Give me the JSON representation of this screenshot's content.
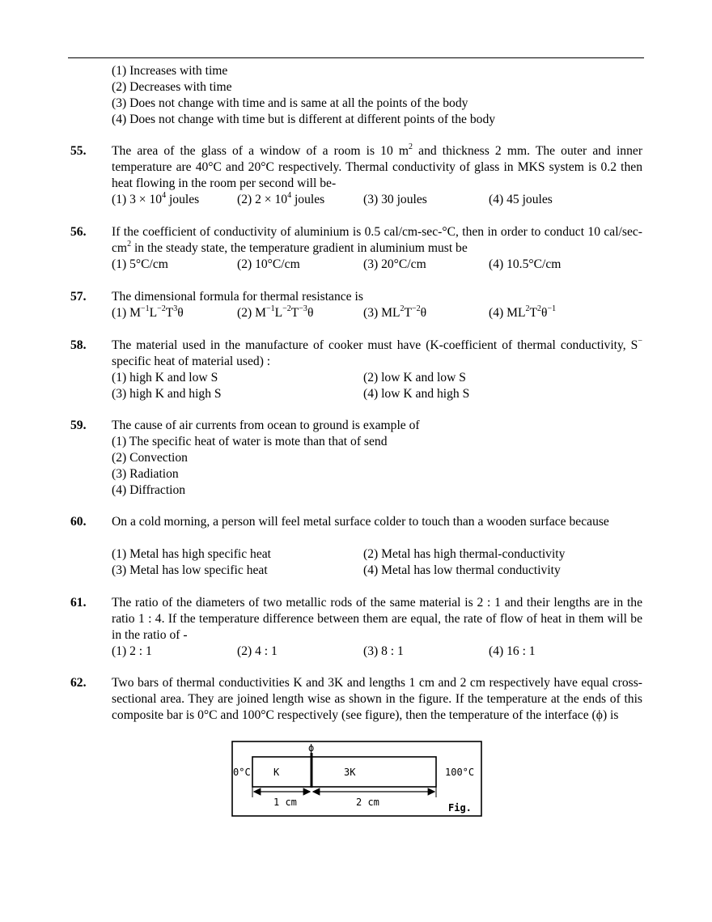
{
  "top_options": [
    "(1) Increases with time",
    "(2) Decreases with time",
    "(3) Does not change with time and is same at all the points of the body",
    "(4) Does not change with time but is different at different points of the body"
  ],
  "q55": {
    "number": "55.",
    "text_a": "The area of the glass of a window of a room is 10 m",
    "sup_a": "2",
    "text_b": " and thickness 2 mm. The outer and inner temperature are 40°C and 20°C respectively. Thermal conductivity of glass in MKS system is 0.2 then heat flowing in the room per second will be-",
    "opt1_a": "(1) 3 × 10",
    "opt1_sup": "4",
    "opt1_b": " joules",
    "opt2_a": "(2) 2 × 10",
    "opt2_sup": "4",
    "opt2_b": " joules",
    "opt3": "(3) 30 joules",
    "opt4": "(4) 45 joules"
  },
  "q56": {
    "number": "56.",
    "text_a": "If the coefficient of conductivity of aluminium is 0.5 cal/cm-sec-°C, then in order to conduct 10 cal/sec-cm",
    "sup_a": "2",
    "text_b": " in the steady state, the temperature gradient in aluminium must be",
    "opt1": "(1) 5°C/cm",
    "opt2": "(2) 10°C/cm",
    "opt3": "(3) 20°C/cm",
    "opt4": "(4) 10.5°C/cm"
  },
  "q57": {
    "number": "57.",
    "text": "The dimensional formula for thermal resistance is",
    "opt1": [
      "(1) M",
      "−1",
      "L",
      "−2",
      "T",
      "3",
      "θ"
    ],
    "opt2": [
      "(2) M",
      "−1",
      "L",
      "−2",
      "T",
      "−3",
      "θ"
    ],
    "opt3": [
      "(3) ML",
      "2",
      "T",
      "−2",
      "θ"
    ],
    "opt4": [
      "(4) ML",
      "2",
      "T",
      "2",
      "θ",
      "−1"
    ]
  },
  "q58": {
    "number": "58.",
    "text": "The material used in the manufacture of cooker must have (K-coefficient of thermal conductivity, S",
    "sup": "−",
    "text_b": " specific heat of material used) :",
    "opt1": "(1) high K and low S",
    "opt2": "(2) low K and low S",
    "opt3": "(3) high K and high S",
    "opt4": "(4) low K and high S"
  },
  "q59": {
    "number": "59.",
    "text": "The cause of air currents from ocean to ground is example of",
    "opt1": "(1) The specific heat of water is mote than that of send",
    "opt2": "(2) Convection",
    "opt3": "(3) Radiation",
    "opt4": "(4) Diffraction"
  },
  "q60": {
    "number": "60.",
    "text": "On a cold morning, a person will feel metal surface colder to touch than a wooden surface because",
    "opt1": "(1) Metal has high specific heat",
    "opt2": "(2) Metal has high thermal-conductivity",
    "opt3": "(3) Metal has low specific heat",
    "opt4": "(4) Metal has low thermal conductivity"
  },
  "q61": {
    "number": "61.",
    "text": "The ratio of the diameters of two metallic rods of the same material is 2 : 1 and their lengths are in the ratio 1 : 4. If the temperature difference between them are equal, the rate of flow of heat in them will be in the ratio of -",
    "opt1": "(1) 2 : 1",
    "opt2": "(2) 4 : 1",
    "opt3": "(3) 8 : 1",
    "opt4": "(4) 16 : 1"
  },
  "q62": {
    "number": "62.",
    "text": "Two bars of thermal conductivities K and 3K and lengths 1 cm and 2 cm respectively have equal cross-sectional area. They are joined length wise as shown in the figure. If the temperature at the ends of this composite bar is 0°C and 100°C respectively (see figure), then the temperature of the interface (ϕ) is"
  },
  "figure": {
    "phi": "ϕ",
    "left_temp": "0°C",
    "right_temp": "100°C",
    "bar1": "K",
    "bar2": "3K",
    "len1": "1 cm",
    "len2": "2 cm",
    "caption": "Fig."
  }
}
